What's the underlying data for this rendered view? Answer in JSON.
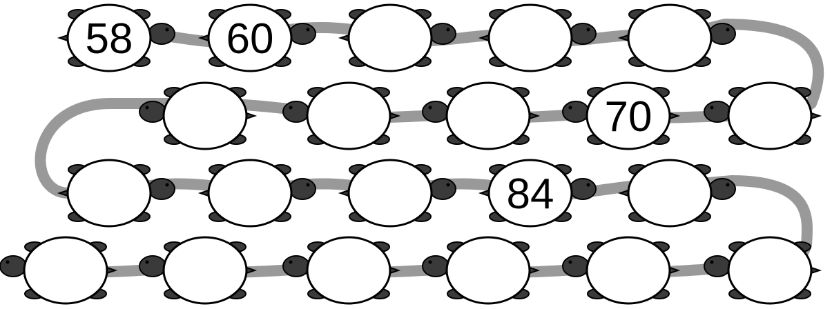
{
  "colors": {
    "path": "#999999",
    "shell": "#ffffff",
    "outline": "#000000",
    "turtle_dark": "#3a3a3a"
  },
  "rows": [
    {
      "facing": "right",
      "turtles": [
        {
          "number": "58"
        },
        {
          "number": "60"
        },
        {
          "number": ""
        },
        {
          "number": ""
        },
        {
          "number": ""
        }
      ]
    },
    {
      "facing": "left",
      "turtles": [
        {
          "number": ""
        },
        {
          "number": ""
        },
        {
          "number": ""
        },
        {
          "number": "70"
        },
        {
          "number": ""
        }
      ]
    },
    {
      "facing": "right",
      "turtles": [
        {
          "number": ""
        },
        {
          "number": ""
        },
        {
          "number": ""
        },
        {
          "number": "84"
        },
        {
          "number": ""
        }
      ]
    },
    {
      "facing": "left",
      "turtles": [
        {
          "number": ""
        },
        {
          "number": ""
        },
        {
          "number": ""
        },
        {
          "number": ""
        },
        {
          "number": ""
        },
        {
          "number": ""
        }
      ]
    }
  ]
}
